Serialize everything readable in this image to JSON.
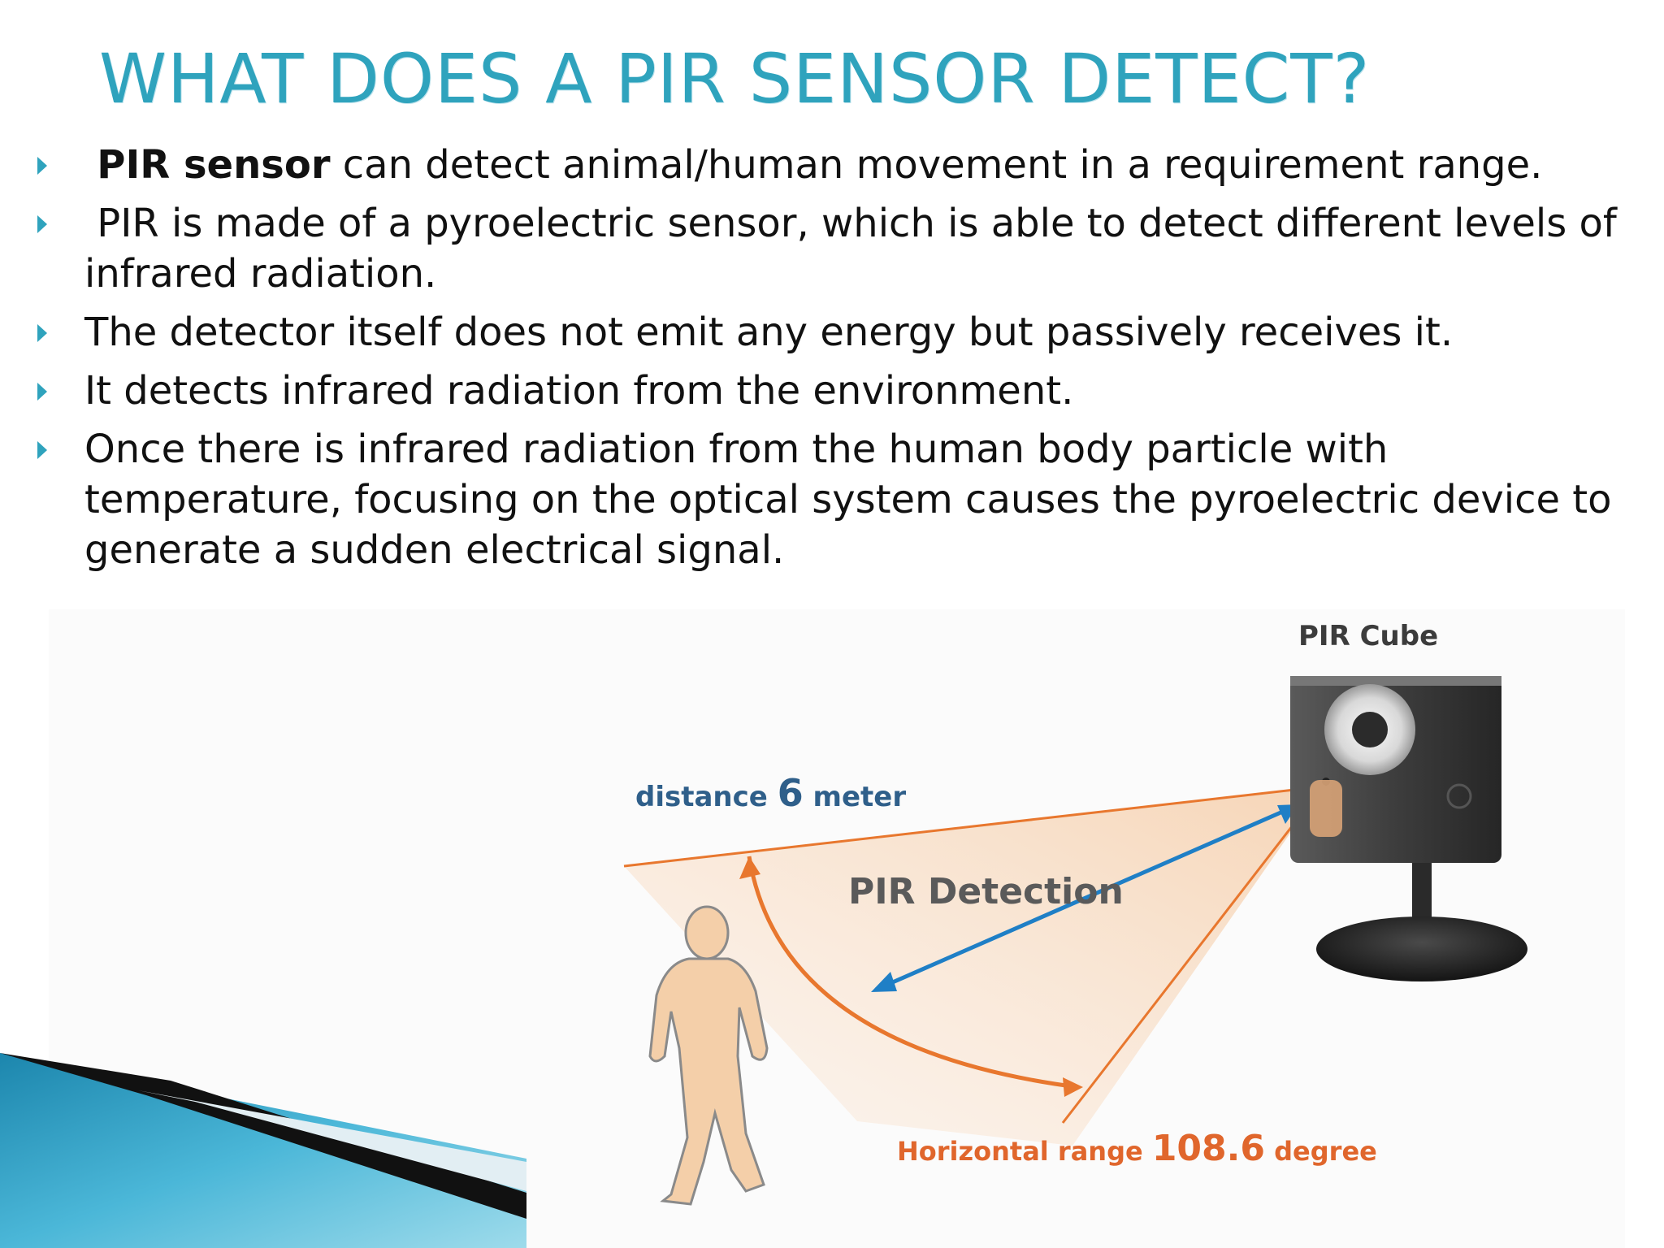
{
  "slide": {
    "title": "WHAT DOES A PIR SENSOR DETECT?",
    "bullets": [
      {
        "lead": "PIR sensor",
        "text": " can detect animal/human movement in a requirement range."
      },
      {
        "lead": "",
        "text": "PIR is made of a pyroelectric sensor, which is able to detect different levels of infrared radiation."
      },
      {
        "lead": "",
        "text": "The detector itself does not emit any energy but passively receives it."
      },
      {
        "lead": "",
        "text": "It detects infrared radiation from the environment."
      },
      {
        "lead": "",
        "text": "Once there is infrared radiation from the human body particle with temperature, focusing on the optical system causes the pyroelectric device to generate a sudden electrical signal."
      }
    ]
  },
  "illustration": {
    "device_label": "PIR Cube",
    "distance_prefix": "distance ",
    "distance_value": "6",
    "distance_suffix": " meter",
    "detection_label": "PIR Detection",
    "range_prefix": "Horizontal range ",
    "range_value": "108.6",
    "range_suffix": " degree",
    "colors": {
      "accent_teal": "#2fa3bd",
      "cone_orange": "#e8772e",
      "arrow_blue": "#1f7fc6",
      "caption_blue": "#2f5f8a",
      "caption_gray": "#3c3c3c",
      "caption_orange": "#e0662c"
    }
  }
}
